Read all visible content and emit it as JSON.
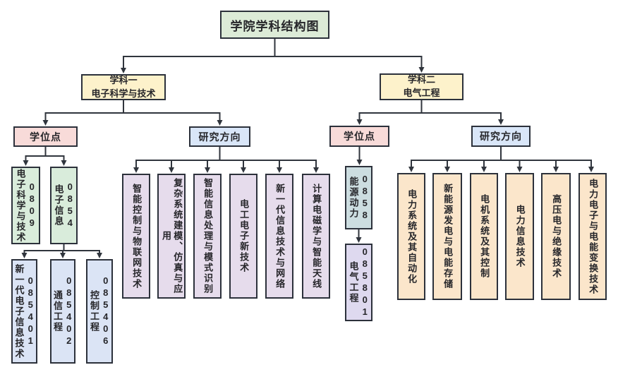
{
  "title": "学院学科结构图",
  "palette": {
    "background": "#ffffff",
    "line": "#30353d",
    "title_fill": "#dcebd7",
    "discipline_fill": "#fdf2cc",
    "degree_header_fill": "#f8dbd9",
    "research_header_fill": "#d9e6f8",
    "degree1_fill": "#d9ecdb",
    "subdegree1_fill": "#dbe4f5",
    "degree2_fill": "#ccdde0",
    "subdegree2_fill": "#ded9ef",
    "direction1_fill": "#e6dcec",
    "direction2_fill": "#fbe6cb"
  },
  "branch1": {
    "name_line1": "学科一",
    "name_line2": "电子科学与技术",
    "degree_header": "学位点",
    "research_header": "研究方向",
    "degrees": [
      {
        "code": "0809",
        "name": "电子科学与技术"
      },
      {
        "code": "0854",
        "name": "电子信息"
      }
    ],
    "sub_degrees": [
      {
        "code": "085401",
        "name": "新一代电子信息技术"
      },
      {
        "code": "085402",
        "name": "通信工程"
      },
      {
        "code": "085406",
        "name": "控制工程"
      }
    ],
    "directions": [
      "智能控制与物联网技术",
      "复杂系统建模、仿真与应用",
      "智能信息处理与模式识别",
      "电工电子新技术",
      "新一代信息技术与网络",
      "计算电磁学与智能天线"
    ]
  },
  "branch2": {
    "name_line1": "学科二",
    "name_line2": "电气工程",
    "degree_header": "学位点",
    "research_header": "研究方向",
    "degrees": [
      {
        "code": "0858",
        "name": "能源动力"
      }
    ],
    "sub_degrees": [
      {
        "code": "085801",
        "name": "电气工程"
      }
    ],
    "directions": [
      "电力系统及其自动化",
      "新能源发电与电能存储",
      "电机系统及其控制",
      "电力信息技术",
      "高压电与绝缘技术",
      "电力电子与电能变换技术"
    ]
  }
}
